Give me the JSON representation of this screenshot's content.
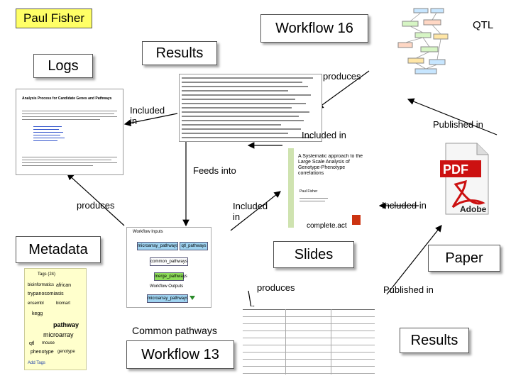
{
  "author": "Paul Fisher",
  "boxes": {
    "workflow16": "Workflow 16",
    "results_top": "Results",
    "logs": "Logs",
    "metadata": "Metadata",
    "slides": "Slides",
    "paper": "Paper",
    "workflow13": "Workflow 13",
    "results_bottom": "Results"
  },
  "labels": {
    "qtl": "QTL",
    "produces_top": "produces",
    "included_in_left": "Included in",
    "published_in_right": "Published in",
    "included_in_center": "Included in",
    "feeds_into": "Feeds into",
    "produces_left": "produces",
    "included_in_middle": "Included in",
    "included_in_right": "Included in",
    "produces_bottom": "produces",
    "published_in_bottom": "Published in",
    "common_pathways": "Common pathways"
  },
  "doc_thumb": {
    "title": "Analysis Process for Candidate Genes and Pathways"
  },
  "workflow13_thumb": {
    "header": "Workflow Inputs",
    "input1": "microarray_pathways",
    "input2": "qtl_pathways",
    "node1": "common_pathways",
    "node2": "merge_pathways",
    "outputs_header": "Workflow Outputs",
    "output1": "microarray_pathways"
  },
  "tags_thumb": {
    "title": "Tags (24)",
    "tags": [
      "bioinformatics",
      "african",
      "trypanosomiasis",
      "ensembl",
      "biomart",
      "kegg",
      "pathway",
      "microarray",
      "qtl",
      "mouse",
      "phenotype",
      "genotype"
    ],
    "add": "Add Tags"
  },
  "slide_thumb": {
    "title": "A Systematic approach to the Large Scale Analysis of Genotype-Phenotype correlations",
    "author": "Paul Fisher",
    "footer": "complete.act"
  },
  "pdf_icon": {
    "label": "PDF",
    "brand": "Adobe"
  },
  "colors": {
    "author_bg": "#ffff66",
    "pdf_red": "#cc1111",
    "input_blue": "#9ed2f0",
    "node_green": "#8ddc5a"
  }
}
